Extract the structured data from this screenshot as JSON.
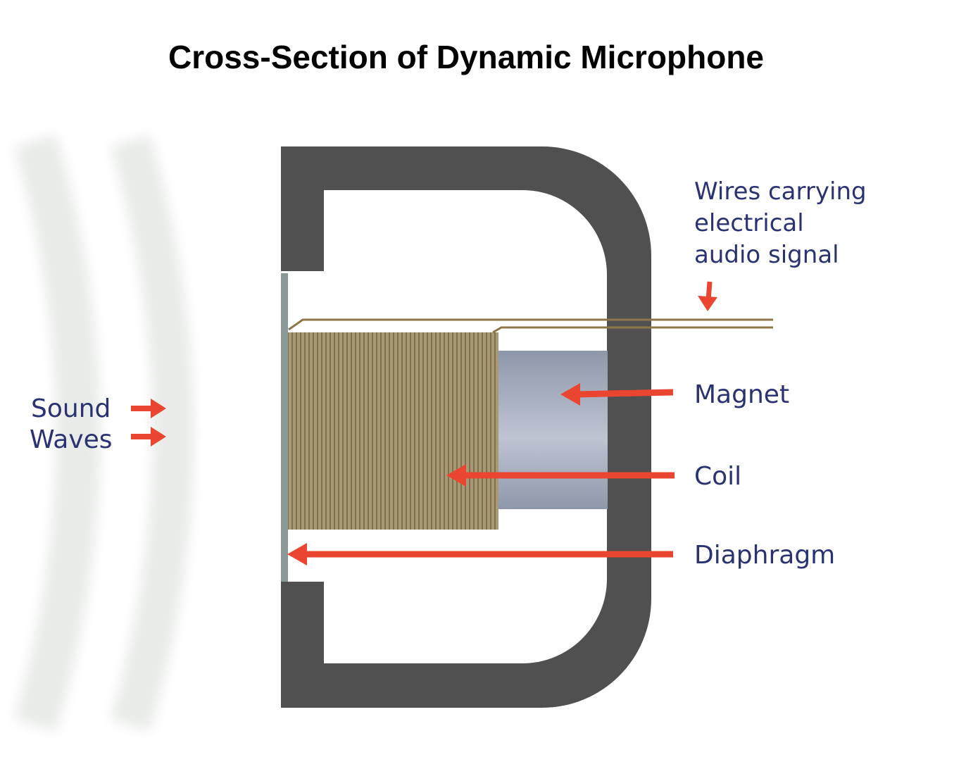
{
  "title": "Cross-Section of Dynamic Microphone",
  "labels": {
    "sound": "Sound",
    "waves": "Waves",
    "wires_line1": "Wires carrying",
    "wires_line2": "electrical",
    "wires_line3": "audio signal",
    "magnet": "Magnet",
    "coil": "Coil",
    "diaphragm": "Diaphragm"
  },
  "colors": {
    "housing": "#505050",
    "coil": "#a89a76",
    "coil_stripe": "#7e6f4e",
    "magnet_edge": "#8e97aa",
    "magnet_mid": "#bfc4d2",
    "diaphragm": "#8a9898",
    "wire": "#8e7648",
    "arrow": "#ea4530",
    "label_text": "#2a3272",
    "sound_wave": "#e8ebe8"
  }
}
